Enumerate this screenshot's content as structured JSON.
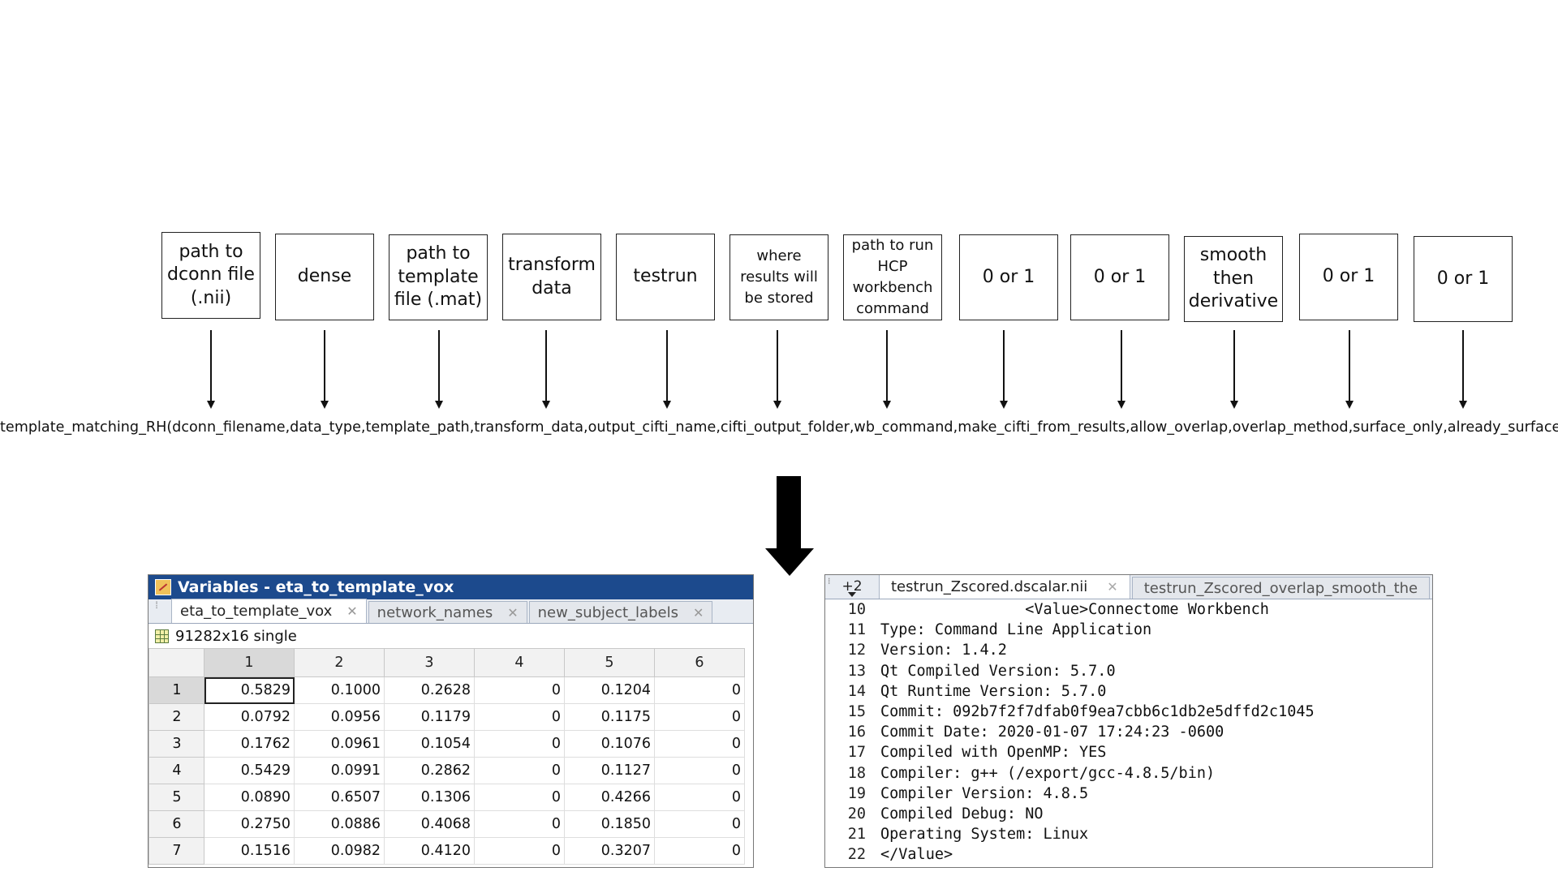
{
  "parameter_boxes": [
    "path to dconn file (.nii)",
    "dense",
    "path to template file (.mat)",
    "transform data",
    "testrun",
    "where results will be stored",
    "path to run HCP workbench command",
    "0 or 1",
    "0 or 1",
    "smooth then derivative",
    "0 or 1",
    "0 or 1"
  ],
  "function_signature": "template_matching_RH(dconn_filename,data_type,template_path,transform_data,output_cifti_name,cifti_output_folder,wb_command,make_cifti_from_results,allow_overlap,overlap_method,surface_only,already_surface_only)",
  "variables_panel": {
    "title": "Variables - eta_to_template_vox",
    "tabs": [
      "eta_to_template_vox",
      "network_names",
      "new_subject_labels"
    ],
    "active_tab": 0,
    "info": "91282x16 single",
    "column_headers": [
      "1",
      "2",
      "3",
      "4",
      "5",
      "6"
    ],
    "rows": [
      {
        "index": "1",
        "cells": [
          "0.5829",
          "0.1000",
          "0.2628",
          "0",
          "0.1204",
          "0"
        ]
      },
      {
        "index": "2",
        "cells": [
          "0.0792",
          "0.0956",
          "0.1179",
          "0",
          "0.1175",
          "0"
        ]
      },
      {
        "index": "3",
        "cells": [
          "0.1762",
          "0.0961",
          "0.1054",
          "0",
          "0.1076",
          "0"
        ]
      },
      {
        "index": "4",
        "cells": [
          "0.5429",
          "0.0991",
          "0.2862",
          "0",
          "0.1127",
          "0"
        ]
      },
      {
        "index": "5",
        "cells": [
          "0.0890",
          "0.6507",
          "0.1306",
          "0",
          "0.4266",
          "0"
        ]
      },
      {
        "index": "6",
        "cells": [
          "0.2750",
          "0.0886",
          "0.4068",
          "0",
          "0.1850",
          "0"
        ]
      },
      {
        "index": "7",
        "cells": [
          "0.1516",
          "0.0982",
          "0.4120",
          "0",
          "0.3207",
          "0"
        ]
      }
    ]
  },
  "editor_panel": {
    "overflow_tabs": "+2",
    "tabs": [
      "testrun_Zscored.dscalar.nii",
      "testrun_Zscored_overlap_smooth_the"
    ],
    "active_tab": 0,
    "lines": [
      {
        "n": "10",
        "text": "                <Value>Connectome Workbench"
      },
      {
        "n": "11",
        "text": "Type: Command Line Application"
      },
      {
        "n": "12",
        "text": "Version: 1.4.2"
      },
      {
        "n": "13",
        "text": "Qt Compiled Version: 5.7.0"
      },
      {
        "n": "14",
        "text": "Qt Runtime Version: 5.7.0"
      },
      {
        "n": "15",
        "text": "Commit: 092b7f2f7dfab0f9ea7cbb6c1db2e5dffd2c1045"
      },
      {
        "n": "16",
        "text": "Commit Date: 2020-01-07 17:24:23 -0600"
      },
      {
        "n": "17",
        "text": "Compiled with OpenMP: YES"
      },
      {
        "n": "18",
        "text": "Compiler: g++ (/export/gcc-4.8.5/bin)"
      },
      {
        "n": "19",
        "text": "Compiler Version: 4.8.5"
      },
      {
        "n": "20",
        "text": "Compiled Debug: NO"
      },
      {
        "n": "21",
        "text": "Operating System: Linux"
      },
      {
        "n": "22",
        "text": "</Value>"
      }
    ]
  }
}
